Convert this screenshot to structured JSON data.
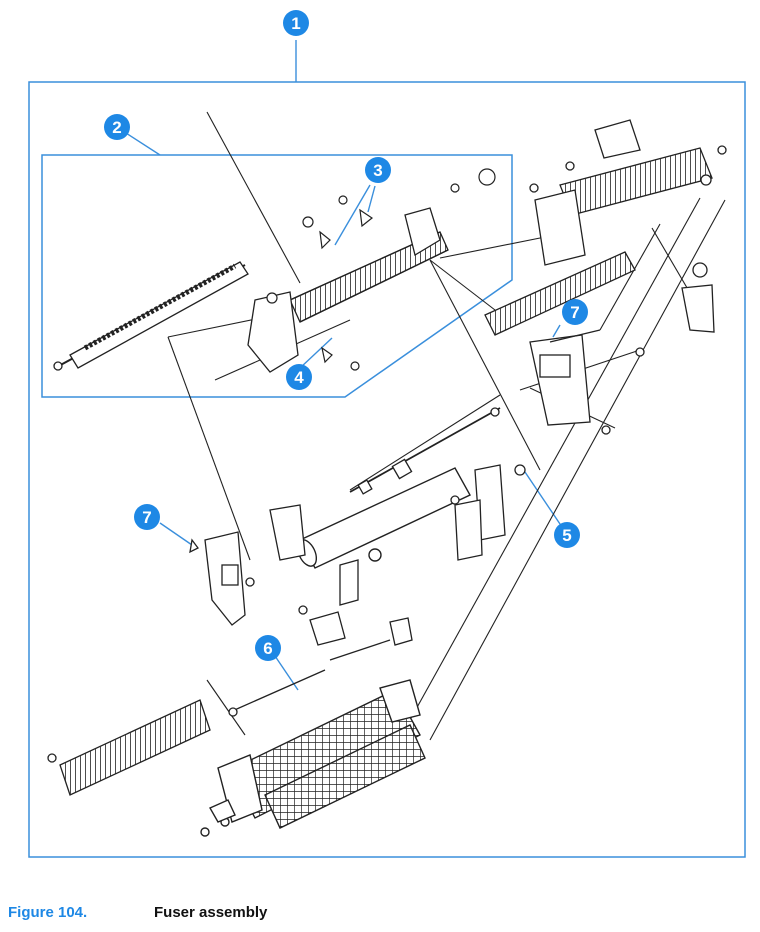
{
  "figure": {
    "number": "Figure 104.",
    "title": "Fuser assembly"
  },
  "callouts": [
    {
      "id": "c1",
      "label": "1"
    },
    {
      "id": "c2",
      "label": "2"
    },
    {
      "id": "c3",
      "label": "3"
    },
    {
      "id": "c4",
      "label": "4"
    },
    {
      "id": "c5",
      "label": "5"
    },
    {
      "id": "c6",
      "label": "6"
    },
    {
      "id": "c7a",
      "label": "7"
    },
    {
      "id": "c7b",
      "label": "7"
    }
  ],
  "colors": {
    "accent": "#1e88e5",
    "frame": "#3a8fdc",
    "drawing": "#222222"
  }
}
